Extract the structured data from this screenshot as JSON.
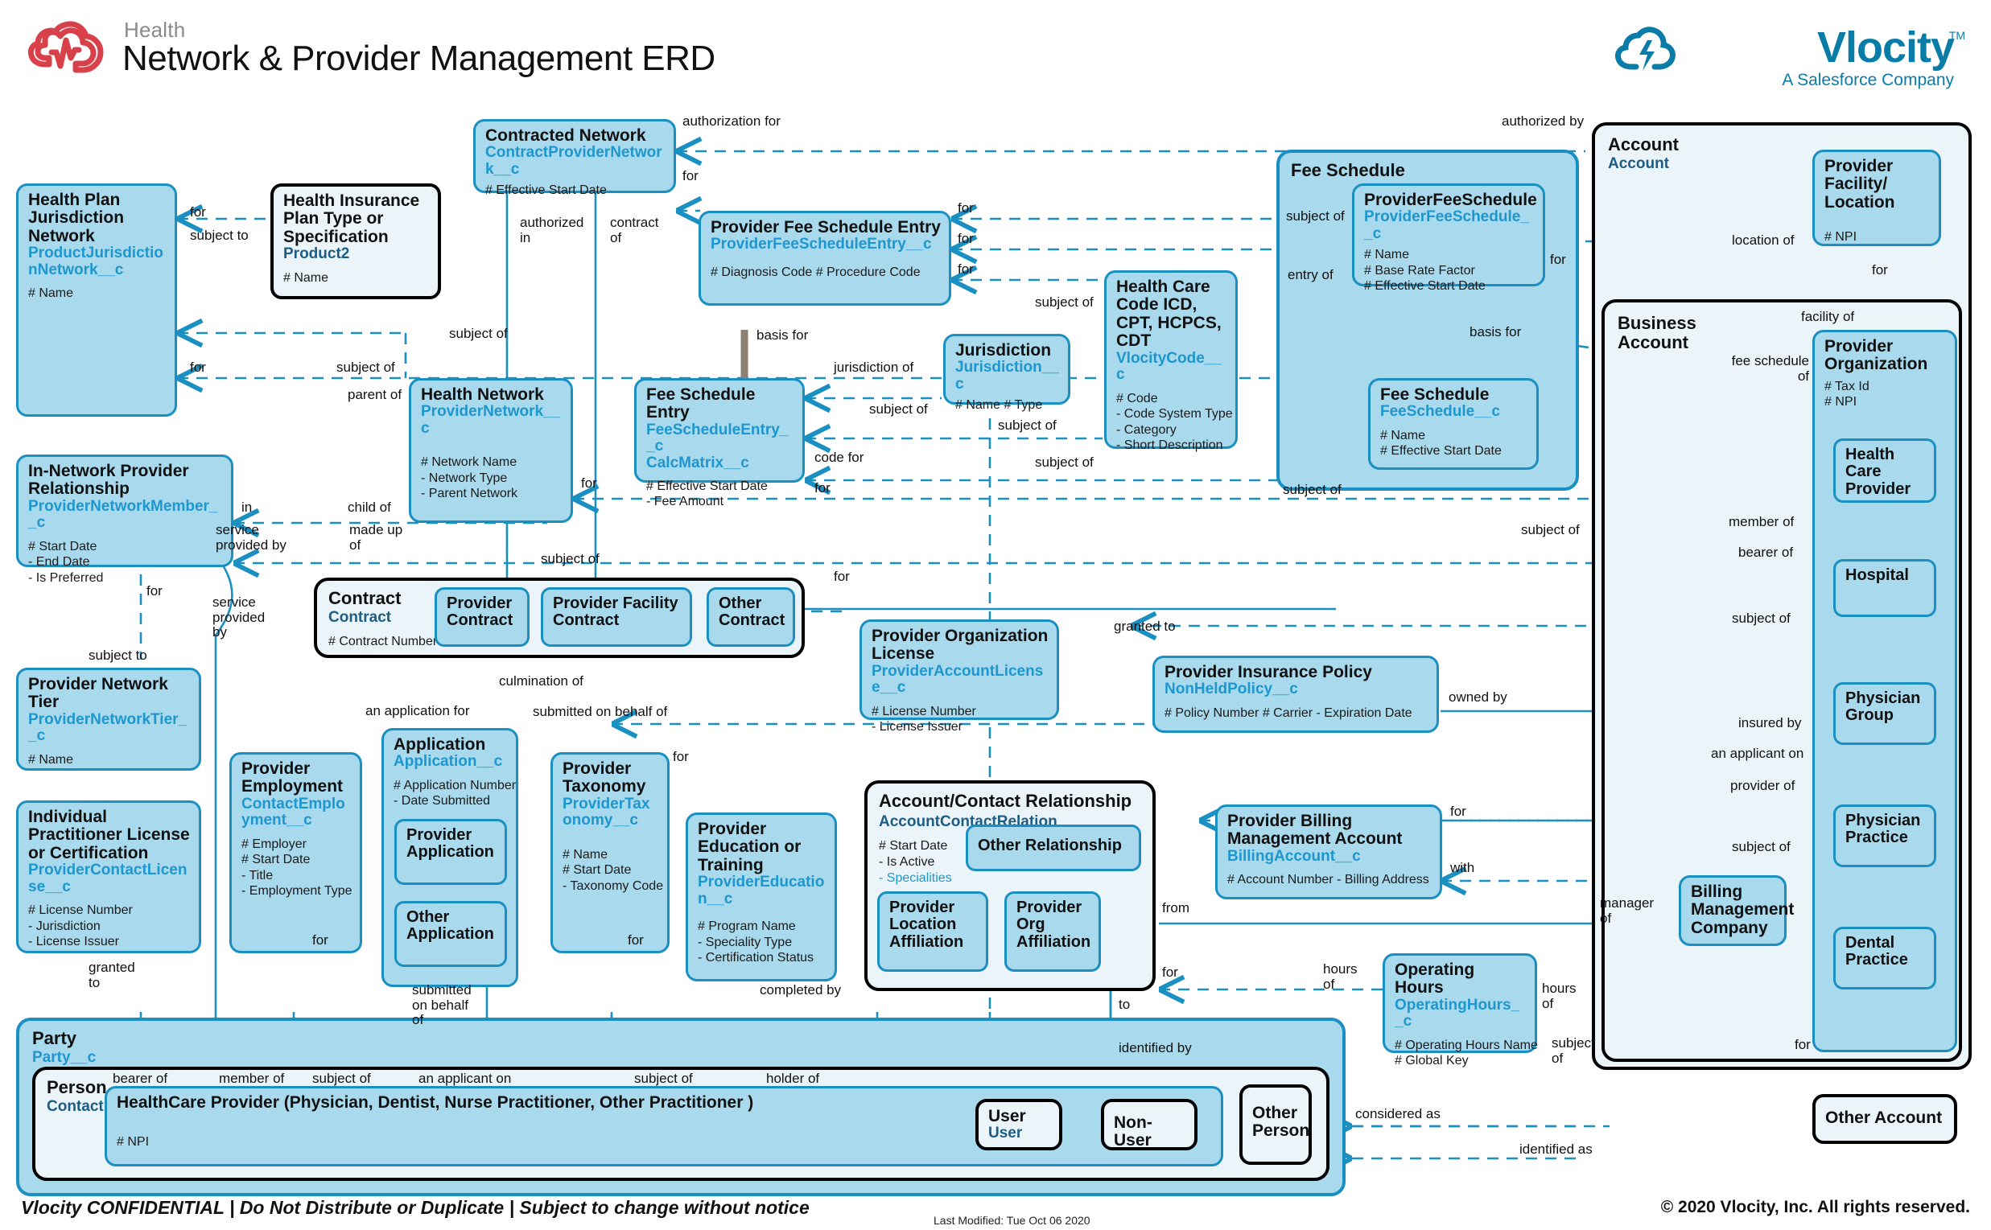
{
  "header": {
    "eyebrow": "Health",
    "title": "Network & Provider Management ERD",
    "brand_name": "Vlocity",
    "brand_tm": "TM",
    "brand_tagline": "A Salesforce Company",
    "brand_color": "#0a7ca8",
    "health_logo_color": "#d9414a"
  },
  "footer": {
    "confidential": "Vlocity CONFIDENTIAL | Do Not Distribute or Duplicate | Subject to change without notice",
    "copyright": "© 2020 Vlocity, Inc. All rights reserved.",
    "last_modified": "Last Modified: Tue Oct 06 2020"
  },
  "palette": {
    "entity_fill": "#a9d9ec",
    "entity_stroke": "#1a8fc1",
    "group_fill": "#eaf4f9",
    "group_stroke": "#000000",
    "api_text": "#1e97cf",
    "line": "#1a8fc1"
  },
  "entities": {
    "health_plan_jurisdiction_network": {
      "title": "Health Plan Jurisdiction Network",
      "api": "ProductJurisdictionNetwork__c",
      "attrs": [
        "# Name"
      ]
    },
    "health_insurance_plan_type": {
      "title": "Health Insurance Plan Type or Specification",
      "api": "Product2",
      "attrs": [
        "# Name"
      ]
    },
    "contracted_network": {
      "title": "Contracted Network",
      "api": "ContractProviderNetwork__c",
      "attrs": [
        "# Effective Start Date"
      ]
    },
    "provider_fee_schedule_entry": {
      "title": "Provider Fee Schedule Entry",
      "api": "ProviderFeeScheduleEntry__c",
      "attrs": [
        "# Diagnosis Code  # Procedure Code"
      ]
    },
    "health_care_code": {
      "title": "Health Care Code ICD, CPT, HCPCS, CDT",
      "api": "VlocityCode__c",
      "attrs": [
        "# Code",
        "- Code System Type",
        "- Category",
        "- Short Description"
      ]
    },
    "jurisdiction": {
      "title": "Jurisdiction",
      "api": "Jurisdiction__c",
      "attrs": [
        "# Name          # Type"
      ]
    },
    "health_network": {
      "title": "Health Network",
      "api": "ProviderNetwork__c",
      "attrs": [
        "# Network Name",
        "- Network Type",
        "- Parent Network"
      ]
    },
    "fee_schedule_entry": {
      "title": "Fee Schedule Entry",
      "api": "FeeScheduleEntry__c",
      "api2": "CalcMatrix__c",
      "attrs": [
        "# Effective Start Date",
        "- Fee Amount"
      ]
    },
    "in_network_provider_relationship": {
      "title": "In-Network Provider Relationship",
      "api": "ProviderNetworkMember__c",
      "attrs": [
        "# Start Date",
        "- End Date",
        "- Is Preferred"
      ]
    },
    "provider_network_tier": {
      "title": "Provider Network Tier",
      "api": "ProviderNetworkTier__c",
      "attrs": [
        "# Name"
      ]
    },
    "individual_practitioner_license": {
      "title": "Individual Practitioner License or Certification",
      "api": "ProviderContactLicense__c",
      "attrs": [
        "# License Number",
        "- Jurisdiction",
        "- License Issuer"
      ]
    },
    "provider_employment": {
      "title": "Provider Employment",
      "api": "ContactEmployment__c",
      "attrs": [
        "# Employer",
        "# Start Date",
        "- Title",
        "- Employment Type"
      ]
    },
    "application": {
      "title": "Application",
      "api": "Application__c",
      "attrs": [
        "# Application Number",
        "- Date Submitted"
      ],
      "children": [
        "Provider Application",
        "Other Application"
      ]
    },
    "provider_taxonomy": {
      "title": "Provider Taxonomy",
      "api": "ProviderTaxonomy__c",
      "attrs": [
        "# Name",
        "# Start Date",
        "- Taxonomy Code"
      ]
    },
    "provider_education": {
      "title": "Provider Education or Training",
      "api": "ProviderEducation__c",
      "attrs": [
        "# Program Name",
        "- Speciality Type",
        "- Certification Status"
      ]
    },
    "contract_group": {
      "title": "Contract",
      "api": "Contract",
      "attrs": [
        "# Contract Number"
      ],
      "children": [
        "Provider Contract",
        "Provider Facility Contract",
        "Other Contract"
      ]
    },
    "provider_organization_license": {
      "title": "Provider Organization License",
      "api": "ProviderAccountLicense__c",
      "attrs": [
        "# License Number",
        "- License Issuer"
      ]
    },
    "provider_insurance_policy": {
      "title": "Provider Insurance Policy",
      "api": "NonHeldPolicy__c",
      "attrs": [
        "# Policy Number    # Carrier     - Expiration Date"
      ]
    },
    "account_contact_relationship": {
      "title": "Account/Contact Relationship",
      "api": "AccountContactRelation",
      "attrs": [
        "# Start Date",
        "- Is Active",
        "- Specialities"
      ],
      "children": [
        "Other Relationship",
        "Provider Location Affiliation",
        "Provider Org Affiliation"
      ]
    },
    "provider_billing_management_account": {
      "title": "Provider Billing Management Account",
      "api": "BillingAccount__c",
      "attrs": [
        "# Account Number    -  Billing Address"
      ]
    },
    "operating_hours": {
      "title": "Operating Hours",
      "api": "OperatingHours__c",
      "attrs": [
        "# Operating Hours Name",
        "# Global Key"
      ]
    },
    "fee_schedule_group": {
      "title": "Fee Schedule",
      "children": {
        "provider_fee_schedule": {
          "title": "ProviderFeeSchedule",
          "api": "ProviderFeeSchedule__c",
          "attrs": [
            "# Name",
            "# Base Rate Factor",
            "# Effective Start Date"
          ]
        },
        "fee_schedule": {
          "title": "Fee Schedule",
          "api": "FeeSchedule__c",
          "attrs": [
            "# Name",
            "# Effective Start Date"
          ]
        }
      }
    },
    "account_group": {
      "title": "Account",
      "api": "Account",
      "provider_facility_location": {
        "title": "Provider Facility/ Location",
        "attrs": [
          "# NPI"
        ]
      },
      "business_account": {
        "title": "Business Account"
      },
      "provider_organization": {
        "title": "Provider Organization",
        "attrs": [
          "# Tax Id",
          "# NPI"
        ],
        "children": [
          "Health Care Provider",
          "Hospital",
          "Physician Group",
          "Physician Practice",
          "Dental Practice"
        ]
      },
      "billing_management_company": {
        "title": "Billing Management Company"
      },
      "other_account": {
        "title": "Other Account"
      }
    },
    "party_group": {
      "title": "Party",
      "api": "Party__c",
      "person": {
        "title": "Person",
        "api": "Contact",
        "healthcare_provider": {
          "title": "HealthCare Provider (Physician, Dentist, Nurse Practitioner, Other Practitioner )",
          "attrs": [
            "# NPI"
          ],
          "children": [
            {
              "title": "User",
              "api": "User"
            },
            {
              "title": "Non-User"
            }
          ]
        },
        "other_person": {
          "title": "Other Person"
        }
      }
    }
  },
  "relationship_labels": {
    "l1": "for",
    "l2": "subject to",
    "l3": "authorization for",
    "l4": "for",
    "l5": "authorized in",
    "l6": "contract of",
    "l7": "for",
    "l8": "for",
    "l9": "for",
    "l10": "subject of",
    "l11": "subject of",
    "l12": "entry of",
    "l13": "for",
    "l14": "authorized by",
    "l15": "location of",
    "l16": "for",
    "l17": "facility  of",
    "l18": "fee schedule of",
    "l19": "basis for",
    "l20": "basis for",
    "l21": "for",
    "l22": "subject of",
    "l23": "subject of",
    "l24": "parent of",
    "l25": "jurisdiction of",
    "l26": "subject of",
    "l27": "subject of",
    "l28": "subject of",
    "l29": "code for",
    "l30": "for",
    "l31": "subject of",
    "l32": "in",
    "l33": "child of",
    "l34": "service provided by",
    "l35": "made up of",
    "l36": "for",
    "l37": "subject of",
    "l38": "for",
    "l39": "subject of",
    "l40": "service provided by",
    "l41": "for",
    "l42": "subject to",
    "l43": "culmination of",
    "l44": "an application for",
    "l45": "submitted on behalf of",
    "l46": "for",
    "l47": "granted to",
    "l48": "owned by",
    "l49": "member of",
    "l50": "bearer of",
    "l51": "subject of",
    "l52": "insured by",
    "l53": "an applicant on",
    "l54": "provider of",
    "l55": "subject of",
    "l56": "for",
    "l57": "with",
    "l58": "from",
    "l59": "for",
    "l60": "to",
    "l61": "hours of",
    "l62": "hours of",
    "l63": "subject of",
    "l64": "manager of",
    "l65": "for",
    "l66": "identified by",
    "l67": "considered as",
    "l68": "identified as",
    "l69": "granted to",
    "l70": "for",
    "l71": "for",
    "l72": "for",
    "l73": "submitted on behalf of",
    "l74": "completed by",
    "l75": "bearer of",
    "l76": "member of",
    "l77": "subject of",
    "l78": "an applicant on",
    "l79": "subject of",
    "l80": "holder of",
    "l81": "for",
    "l82": "for"
  }
}
